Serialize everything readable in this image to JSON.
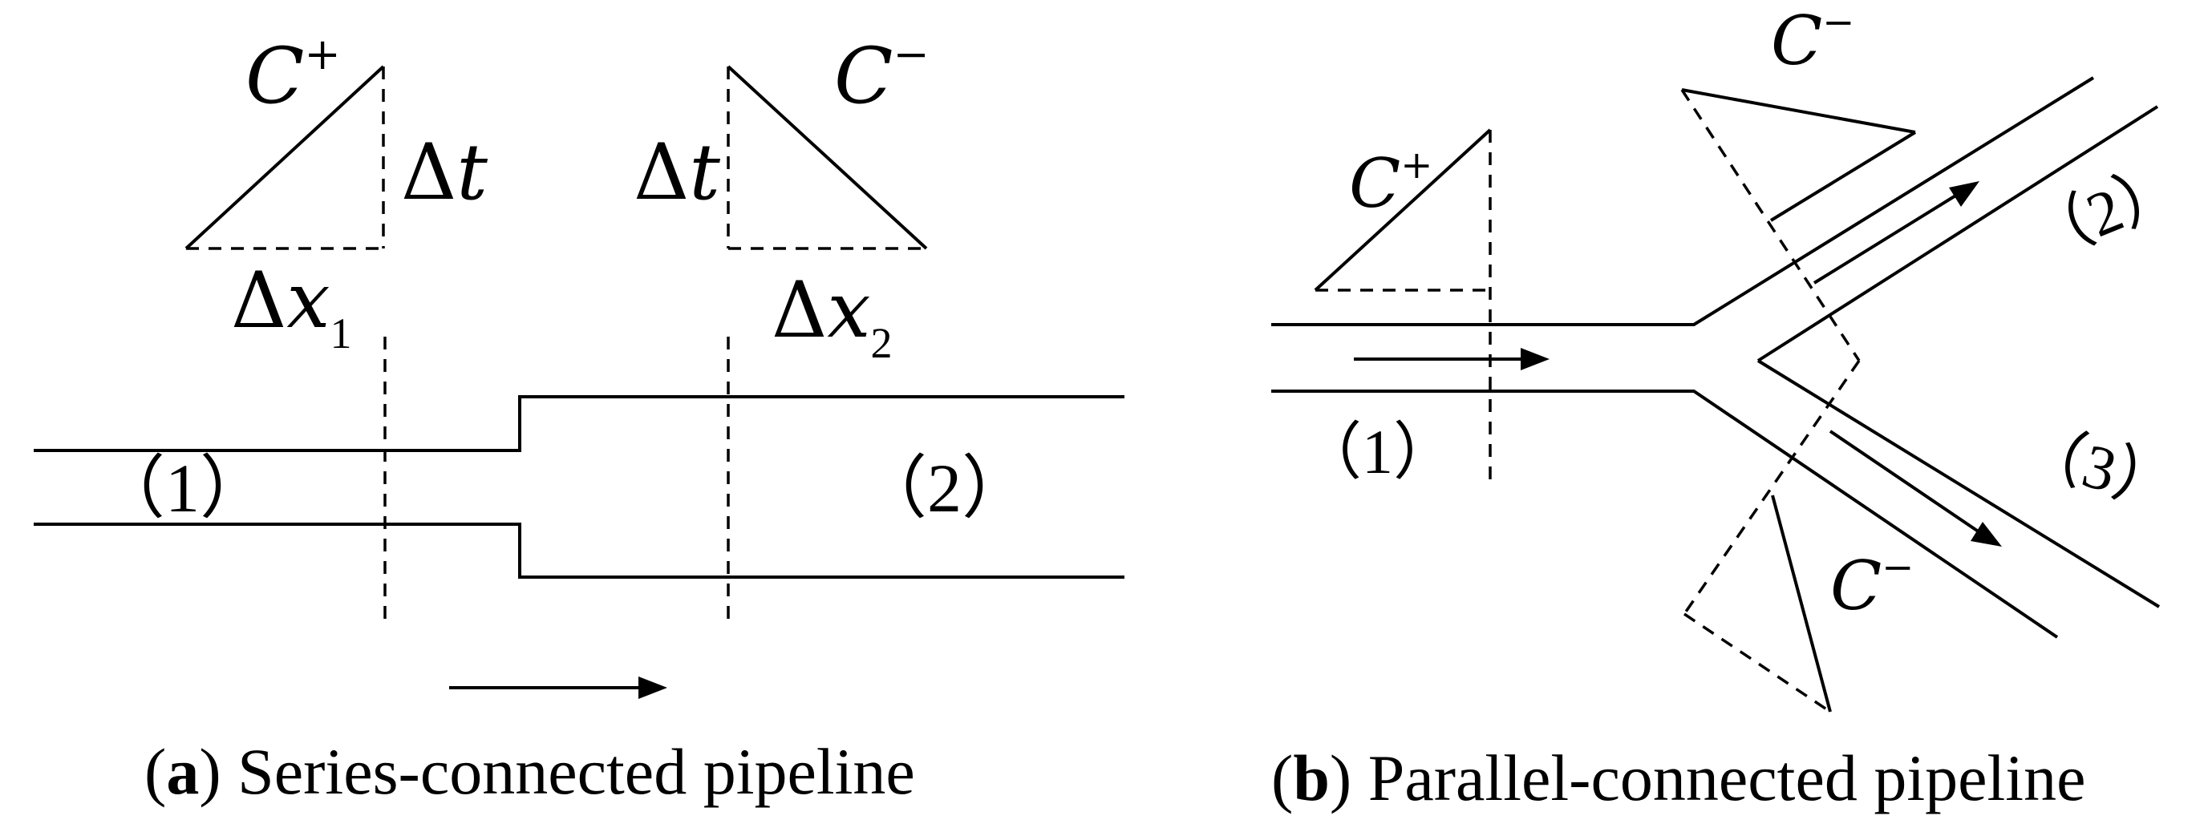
{
  "panel_a": {
    "caption_letter": "a",
    "caption_text": "Series-connected pipeline",
    "c_plus": {
      "letter": "C",
      "sign": "+"
    },
    "c_minus": {
      "letter": "C",
      "sign": "−"
    },
    "delta_t_left": {
      "delta": "Δ",
      "var": "t"
    },
    "delta_t_right": {
      "delta": "Δ",
      "var": "t"
    },
    "delta_x1": {
      "delta": "Δ",
      "var": "x",
      "sub": "1"
    },
    "delta_x2": {
      "delta": "Δ",
      "var": "x",
      "sub": "2"
    },
    "pipe_label_1": "（1）",
    "pipe_label_2": "（2）"
  },
  "panel_b": {
    "caption_letter": "b",
    "caption_text": "Parallel-connected pipeline",
    "c_plus": {
      "letter": "C",
      "sign": "+"
    },
    "c_minus_top": {
      "letter": "C",
      "sign": "−"
    },
    "c_minus_bottom": {
      "letter": "C",
      "sign": "−"
    },
    "pipe_label_1": "（1）",
    "pipe_label_2": "（2）",
    "pipe_label_3": "（3）"
  }
}
